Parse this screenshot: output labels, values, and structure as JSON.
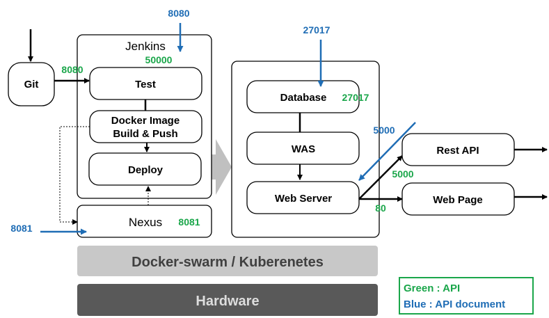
{
  "nodes": {
    "git": "Git",
    "jenkins": "Jenkins",
    "test": "Test",
    "docker_build_line1": "Docker Image",
    "docker_build_line2": "Build & Push",
    "deploy": "Deploy",
    "nexus": "Nexus",
    "database": "Database",
    "was": "WAS",
    "web_server": "Web Server",
    "rest_api": "Rest API",
    "web_page": "Web Page"
  },
  "ports": {
    "jenkins_doc": "8080",
    "git_test_api": "8080",
    "jenkins_agent_api": "50000",
    "database_doc": "27017",
    "database_api": "27017",
    "nexus_doc": "8081",
    "nexus_api": "8081",
    "web_server_doc": "5000",
    "rest_api_api": "5000",
    "web_page_api": "80"
  },
  "layers": {
    "orchestration": "Docker-swarm / Kuberenetes",
    "hardware": "Hardware"
  },
  "legend": {
    "green": "Green : API",
    "blue": "Blue : API document"
  },
  "colors": {
    "green": "#1aa64a",
    "blue": "#1f6db5",
    "orchestration_bar": "#c8c8c8",
    "hardware_bar": "#595959",
    "big_arrow": "#c0c0c0"
  }
}
